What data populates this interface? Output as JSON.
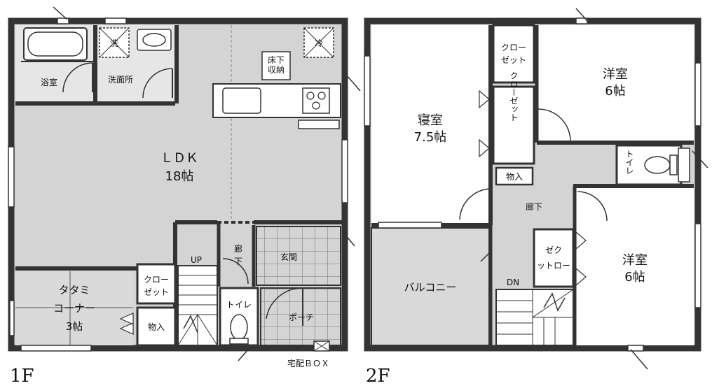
{
  "floors": [
    {
      "id": "1F",
      "label": "1F",
      "rooms": {
        "bath": "浴室",
        "washroom": "洗面所",
        "ldk_name": "ＬＤＫ",
        "ldk_size": "18帖",
        "underfloor_1": "床下",
        "underfloor_2": "収納",
        "tatami_1": "タタミ",
        "tatami_2": "コーナー",
        "tatami_size": "3帖",
        "closet_1": "クロー",
        "closet_2": "ゼット",
        "storage": "物入",
        "stairs_up": "UP",
        "hall_1": "廊",
        "hall_2": "下",
        "entrance": "玄関",
        "toilet": "トイレ",
        "porch": "ポーチ",
        "delivery_box": "宅配ＢＯＸ",
        "wash_mark": "洗",
        "vent_mark": "冷"
      }
    },
    {
      "id": "2F",
      "label": "2F",
      "rooms": {
        "bedroom_name": "寝室",
        "bedroom_size": "7.5帖",
        "closet_a_1": "クロー",
        "closet_a_2": "ゼット",
        "closet_b": "クローゼット",
        "western_a_name": "洋室",
        "western_a_size": "6帖",
        "toilet": "トイレ",
        "storage": "物入",
        "hall": "廊下",
        "closet_c_1": "ゼク",
        "closet_c_2": "ットロー",
        "western_b_name": "洋室",
        "western_b_size": "6帖",
        "balcony": "バルコニー",
        "stairs_down": "DN"
      }
    }
  ],
  "colors": {
    "room_fill": "#d4d4d4",
    "wall": "#3a3a3a",
    "outline": "#222222",
    "paper": "#ffffff"
  }
}
